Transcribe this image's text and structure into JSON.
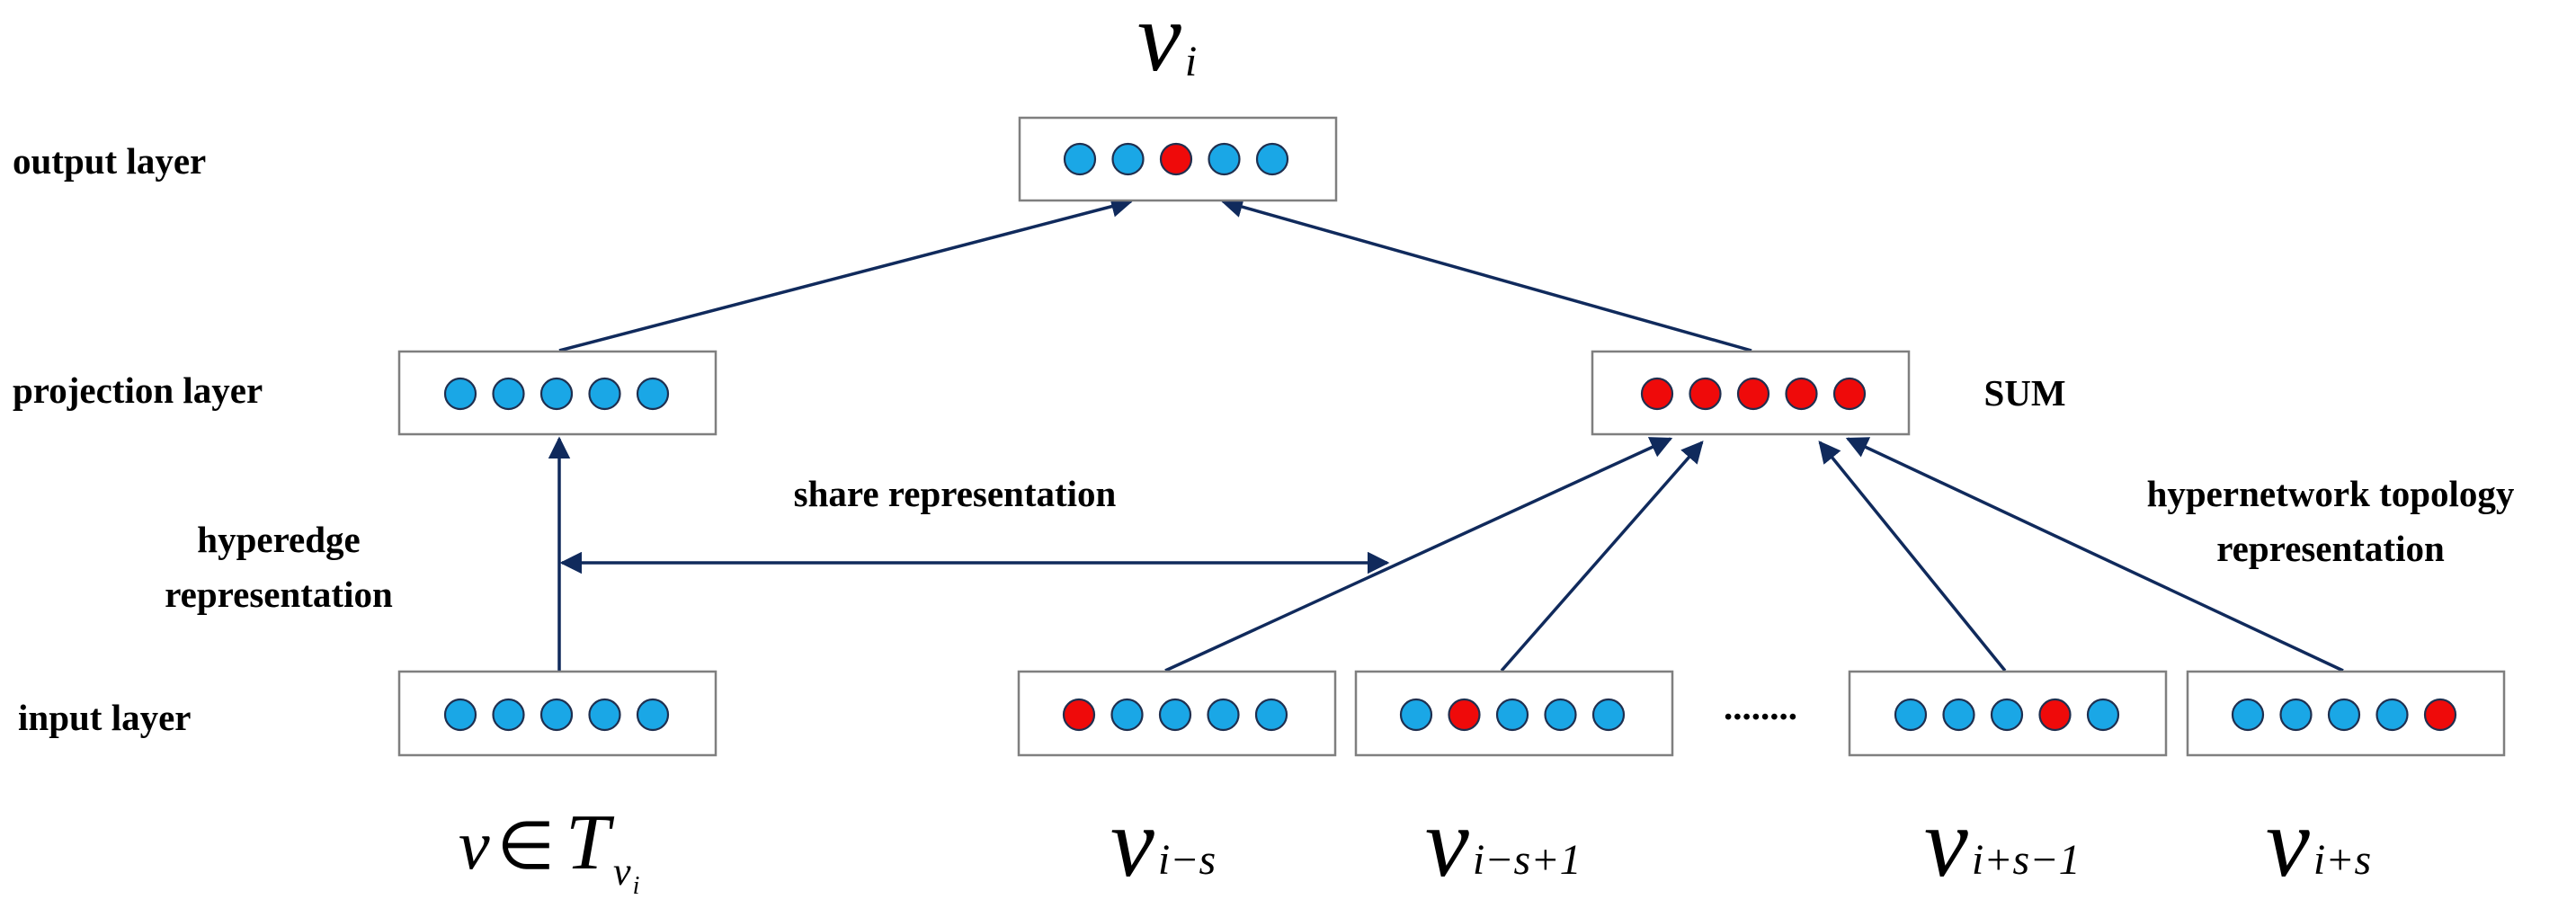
{
  "colors": {
    "node_blue": "#1aa7e6",
    "node_red": "#ef0a0a",
    "arrow": "#102a5c",
    "box_border": "#7f7f7f"
  },
  "layers": {
    "output": "output layer",
    "projection": "projection layer",
    "input": "input layer"
  },
  "labels": {
    "sum": "SUM",
    "share": "share representation",
    "hyperedge_1": "hyperedge",
    "hyperedge_2": "representation",
    "topology_1": "hypernetwork topology",
    "topology_2": "representation",
    "ellipsis": "........"
  },
  "math": {
    "v": "v",
    "i": "i",
    "element_of": "∈",
    "T": "T",
    "sub_i_minus_s": "i−s",
    "sub_i_minus_s_plus_1": "i−s+1",
    "sub_i_plus_s_minus_1": "i+s−1",
    "sub_i_plus_s": "i+s"
  },
  "vectors": {
    "output": [
      "blue",
      "blue",
      "red",
      "blue",
      "blue"
    ],
    "projection_left": [
      "blue",
      "blue",
      "blue",
      "blue",
      "blue"
    ],
    "projection_sum": [
      "red",
      "red",
      "red",
      "red",
      "red"
    ],
    "input_hyperedge": [
      "blue",
      "blue",
      "blue",
      "blue",
      "blue"
    ],
    "input_ctx_1": [
      "red",
      "blue",
      "blue",
      "blue",
      "blue"
    ],
    "input_ctx_2": [
      "blue",
      "red",
      "blue",
      "blue",
      "blue"
    ],
    "input_ctx_3": [
      "blue",
      "blue",
      "blue",
      "red",
      "blue"
    ],
    "input_ctx_4": [
      "blue",
      "blue",
      "blue",
      "blue",
      "red"
    ]
  }
}
